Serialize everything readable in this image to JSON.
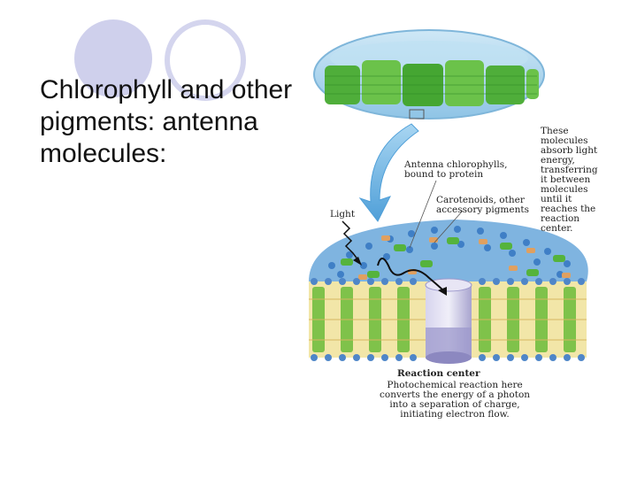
{
  "slide": {
    "title": "Chlorophyll and other pigments: antenna molecules:"
  },
  "figure": {
    "labels": {
      "these_molecules": "These\nmolecules\nabsorb light\nenergy,\ntransferring\nit between\nmolecules\nuntil it\nreaches the\nreaction\ncenter.",
      "antenna_chlorophylls": "Antenna chlorophylls,\nbound to protein",
      "carotenoids": "Carotenoids, other\naccessory pigments",
      "light": "Light",
      "reaction_center_title": "Reaction center",
      "reaction_center_desc": "Photochemical reaction here\nconverts the energy of a photon\ninto a separation of charge,\ninitiating electron flow."
    },
    "colors": {
      "chlorophyll_green": "#5cb83a",
      "membrane_blue": "#6aa4d6",
      "carotenoid_orange": "#e0a060",
      "arrow_blue": "#5aa8e0",
      "reaction_center": "#b8b4d8"
    }
  }
}
